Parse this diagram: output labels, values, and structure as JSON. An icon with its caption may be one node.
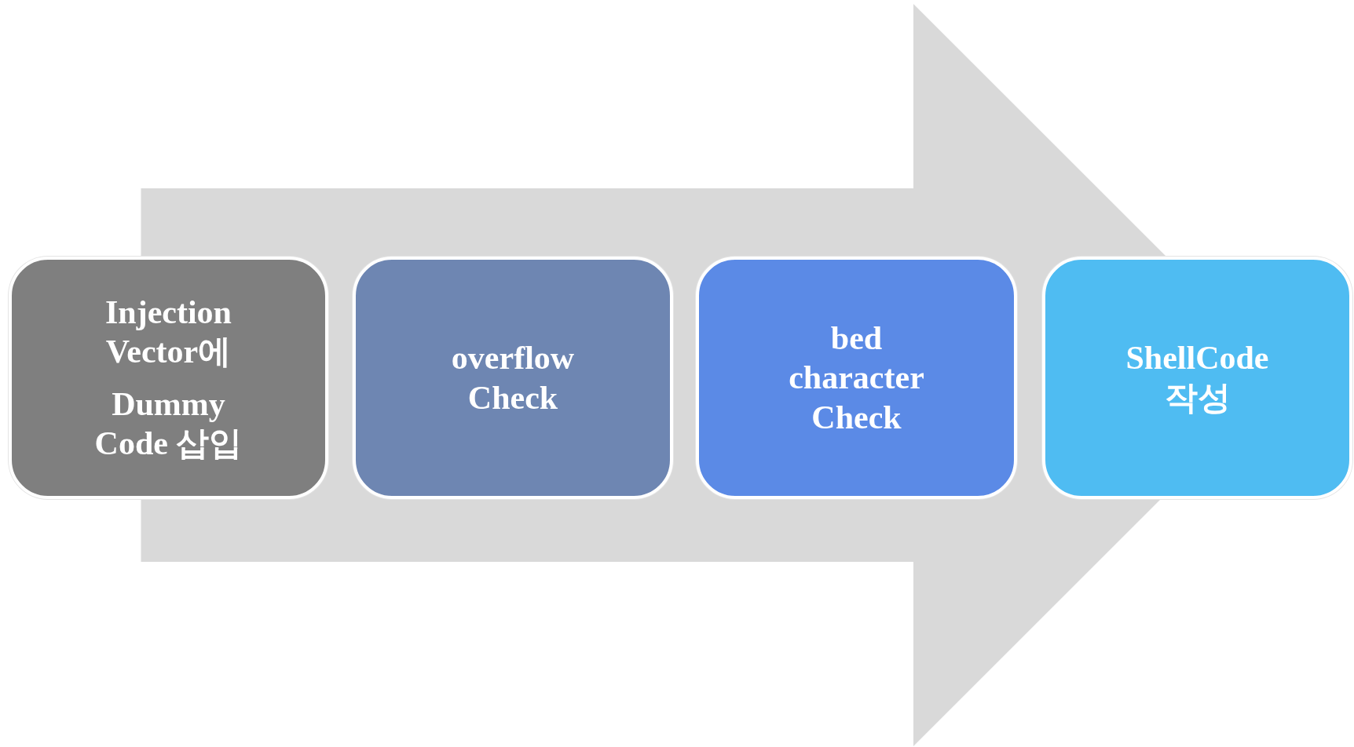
{
  "diagram": {
    "nodes": [
      {
        "text": [
          "Injection Vector에",
          "Dummy Code 삽입"
        ]
      },
      {
        "text": [
          "overflow Check"
        ]
      },
      {
        "text": [
          "bed character Check"
        ]
      },
      {
        "text": [
          "ShellCode 작성"
        ]
      }
    ],
    "edges": [
      {
        "from": 0,
        "to": 3,
        "arrow": "to",
        "style": "thick",
        "color": "#d9d9d9"
      }
    ]
  }
}
